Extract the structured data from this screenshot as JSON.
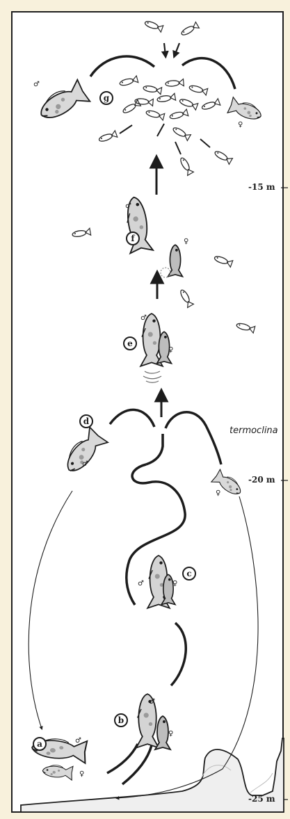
{
  "depth_markers": [
    {
      "label": "-15 m"
    },
    {
      "label": "-20 m"
    },
    {
      "label": "-25 m"
    }
  ],
  "thermocline_label": "termoclina",
  "stages": [
    "g",
    "f",
    "e",
    "d",
    "c",
    "b",
    "a"
  ],
  "sex_symbols": {
    "male": "♂",
    "female": "♀"
  }
}
